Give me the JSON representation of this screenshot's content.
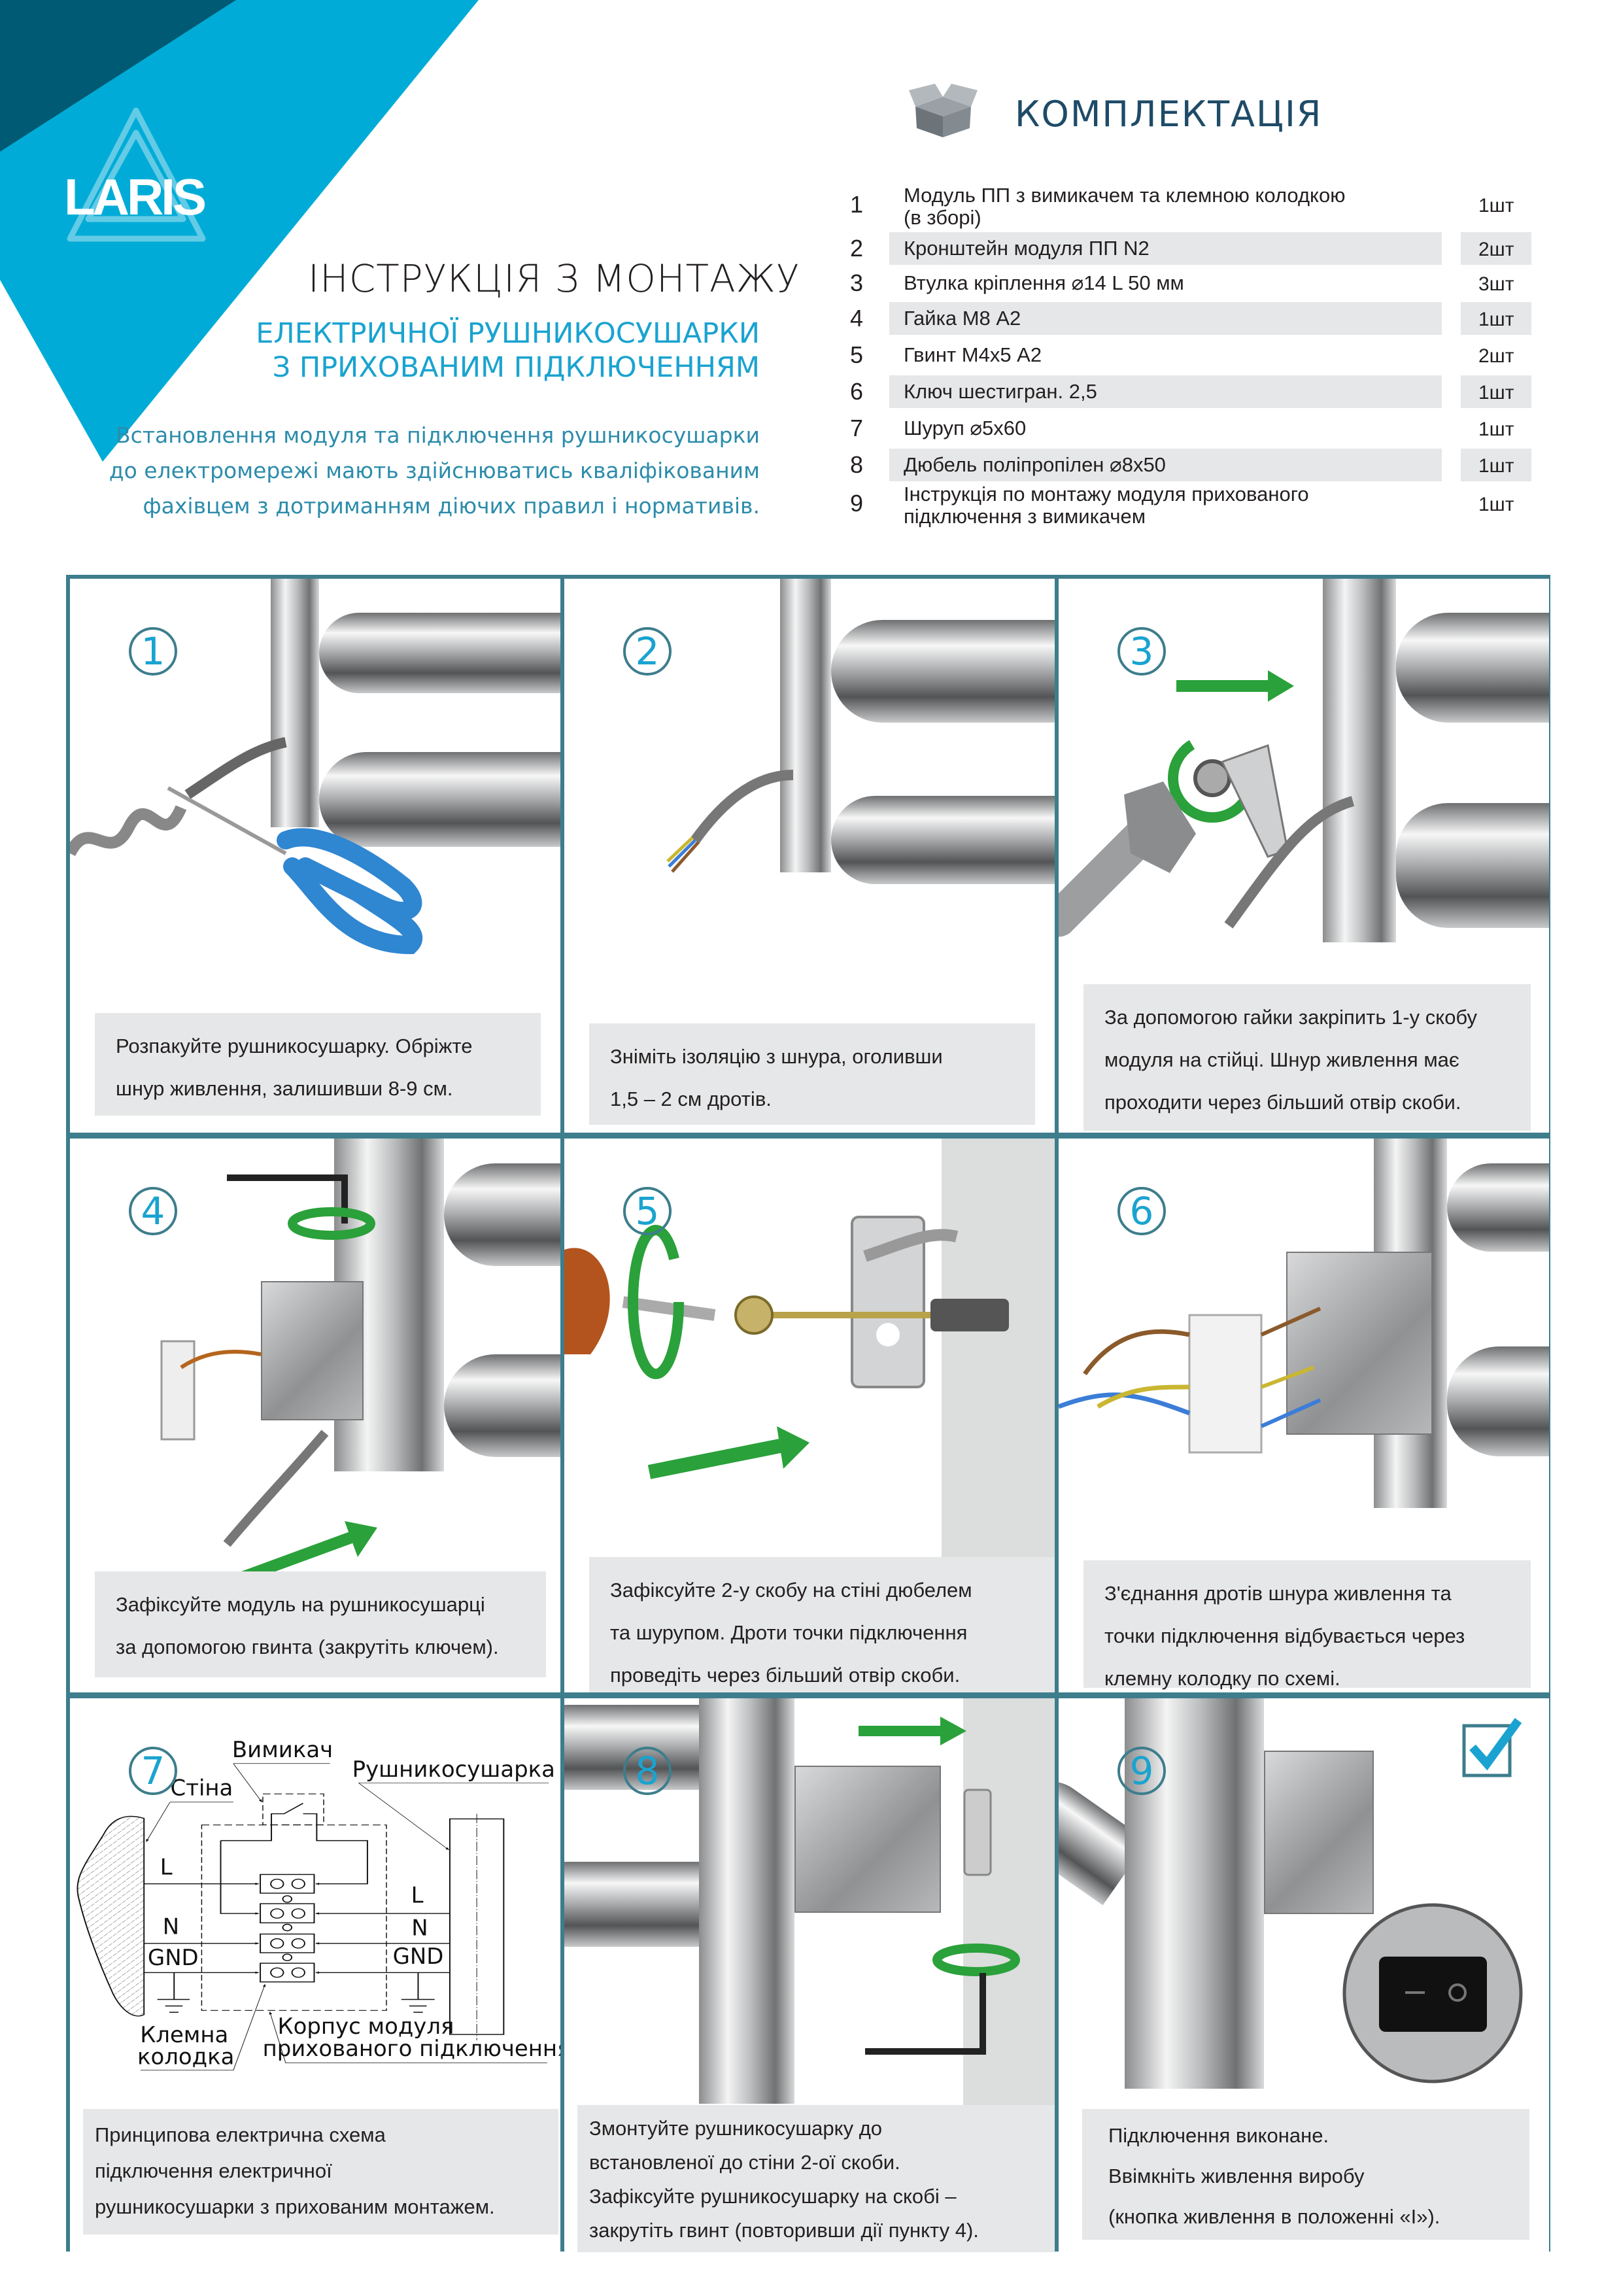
{
  "brand": {
    "logo_text": "LARIS",
    "accent": "#00acd7",
    "dark": "#005a74",
    "frame": "#3d7d8c",
    "arrow": "#2aa13a"
  },
  "header": {
    "title": "ІНСТРУКЦІЯ З МОНТАЖУ",
    "subtitle_lines": [
      "ЕЛЕКТРИЧНОЇ РУШНИКОСУШАРКИ",
      "З ПРИХОВАНИМ ПІДКЛЮЧЕННЯМ"
    ],
    "note_lines": [
      "Встановлення модуля та підключення рушникосушарки",
      "до електромережі  мають здійснюватись кваліфікованим",
      "фахівцем з дотриманням діючих правил і нормативів."
    ]
  },
  "kit": {
    "icon": "open-box-icon",
    "title": "КОМПЛЕКТАЦІЯ",
    "items": [
      {
        "num": "1",
        "lines": [
          "Модуль ПП з вимикачем та клемною колодкою",
          "(в зборі)"
        ],
        "qty": "1шт"
      },
      {
        "num": "2",
        "lines": [
          "Кронштейн модуля ПП N2"
        ],
        "qty": "2шт"
      },
      {
        "num": "3",
        "lines": [
          "Втулка кріплення  ⌀14 L 50 мм"
        ],
        "qty": "3шт"
      },
      {
        "num": "4",
        "lines": [
          "Гайка М8 А2"
        ],
        "qty": "1шт"
      },
      {
        "num": "5",
        "lines": [
          "Гвинт М4х5 А2"
        ],
        "qty": "2шт"
      },
      {
        "num": "6",
        "lines": [
          "Ключ шестигран. 2,5"
        ],
        "qty": "1шт"
      },
      {
        "num": "7",
        "lines": [
          "Шуруп   ⌀5х60"
        ],
        "qty": "1шт"
      },
      {
        "num": "8",
        "lines": [
          "Дюбель поліпропілен   ⌀8х50"
        ],
        "qty": "1шт"
      },
      {
        "num": "9",
        "lines": [
          "Інструкція по монтажу модуля прихованого",
          "підключення з вимикачем"
        ],
        "qty": "1шт"
      }
    ]
  },
  "steps": [
    {
      "num": "1",
      "caption": [
        "Розпакуйте рушникосушарку. Обріжте",
        "шнур живлення, залишивши 8-9 см."
      ]
    },
    {
      "num": "2",
      "caption": [
        "Зніміть ізоляцію з шнура, оголивши",
        "1,5 – 2 см дротів."
      ]
    },
    {
      "num": "3",
      "caption": [
        "За допомогою гайки закріпить 1-у скобу",
        "модуля на стійці. Шнур живлення має",
        "проходити через більший отвір скоби."
      ]
    },
    {
      "num": "4",
      "caption": [
        "Зафіксуйте модуль на рушникосушарці",
        "за допомогою гвинта (закрутіть ключем)."
      ]
    },
    {
      "num": "5",
      "caption": [
        "Зафіксуйте 2-у скобу на стіні дюбелем",
        "та шурупом. Дроти точки підключення",
        "проведіть через більший отвір скоби."
      ]
    },
    {
      "num": "6",
      "caption": [
        "З'єднання дротів шнура живлення та",
        "точки підключення відбувається через",
        "клемну колодку по схемі."
      ]
    },
    {
      "num": "7",
      "caption": [
        "Принципова електрична схема",
        "підключення електричної",
        "рушникосушарки з прихованим монтажем."
      ]
    },
    {
      "num": "8",
      "caption": [
        "Змонтуйте рушникосушарку до",
        "встановленої до стіни 2-ої скоби.",
        "Зафіксуйте рушникосушарку на скобі –",
        "закрутіть гвинт (повторивши дії пункту 4)."
      ]
    },
    {
      "num": "9",
      "caption": [
        "Підключення виконане.",
        "Ввімкніть живлення виробу",
        "(кнопка живлення в положенні «І»)."
      ]
    }
  ],
  "schematic": {
    "switch": "Вимикач",
    "wall": "Стіна",
    "rail": "Рушникосушарка",
    "L": "L",
    "N": "N",
    "GND": "GND",
    "terminal_1": "Клемна",
    "terminal_2": "колодка",
    "housing_1": "Корпус модуля",
    "housing_2": "прихованого підключення"
  }
}
